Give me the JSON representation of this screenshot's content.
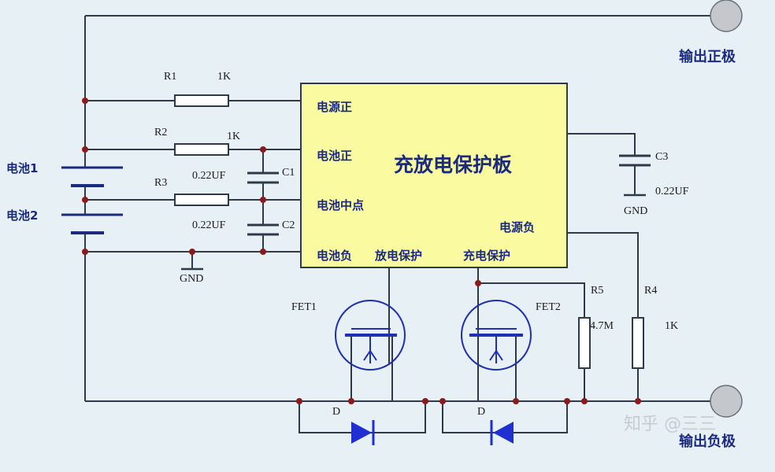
{
  "chip": {
    "title": "充放电保护板",
    "pins": {
      "power_pos": "电源正",
      "batt_pos": "电池正",
      "batt_mid": "电池中点",
      "batt_neg": "电池负",
      "discharge": "放电保护",
      "charge": "充电保护",
      "power_neg": "电源负"
    }
  },
  "batteries": {
    "b1": "电池1",
    "b2": "电池2"
  },
  "outputs": {
    "pos": "输出正极",
    "neg": "输出负极"
  },
  "resistors": {
    "r1": {
      "name": "R1",
      "value": "1K"
    },
    "r2": {
      "name": "R2",
      "value": "1K"
    },
    "r3": {
      "name": "R3"
    },
    "r4": {
      "name": "R4",
      "value": "1K"
    },
    "r5": {
      "name": "R5",
      "value": "4.7M"
    }
  },
  "capacitors": {
    "c1": {
      "name": "C1",
      "value": "0.22UF"
    },
    "c2": {
      "name": "C2",
      "value": "0.22UF"
    },
    "c3": {
      "name": "C3",
      "value": "0.22UF"
    }
  },
  "grounds": {
    "g1": "GND",
    "g2": "GND"
  },
  "fets": {
    "fet1": "FET1",
    "fet2": "FET2"
  },
  "diodes": {
    "d1": "D",
    "d2": "D"
  },
  "watermark": "知乎 @三三",
  "colors": {
    "chip_fill": "#fafaa0",
    "wire": "#2e3a4a",
    "text_blue": "#1a2a80",
    "diode": "#1f2fd0",
    "fet_blue": "#1f2fb0",
    "background": "#e7f0f5"
  }
}
